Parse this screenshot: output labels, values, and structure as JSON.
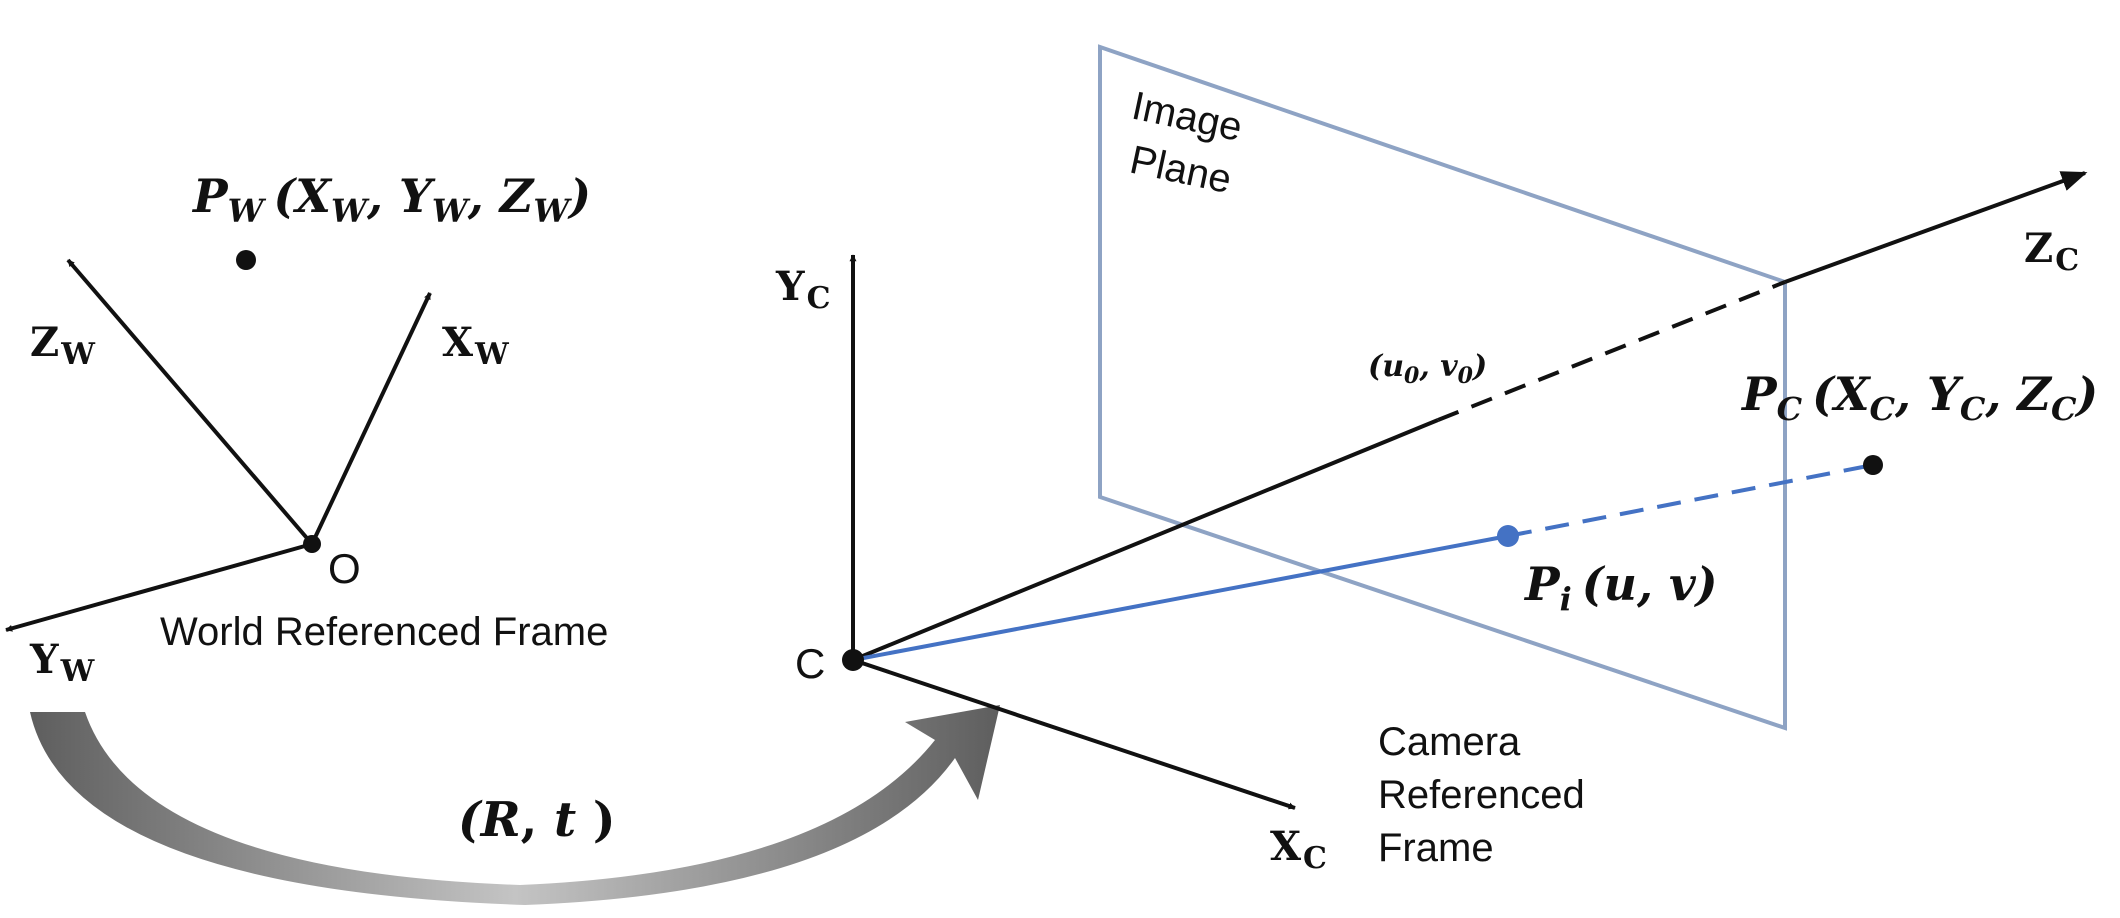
{
  "colors": {
    "ink": "#111111",
    "projection_blue": "#4472c4",
    "image_plane": "#8ea3c4",
    "transform_arrow_dark": "#5e5e5e",
    "transform_arrow_light": "#c4c4c4"
  },
  "world_frame": {
    "title": "World Referenced Frame",
    "origin_label": "O",
    "axis_z_label": "Z",
    "axis_z_sub": "W",
    "axis_x_label": "X",
    "axis_x_sub": "W",
    "axis_y_label": "Y",
    "axis_y_sub": "W",
    "point_label": "P",
    "point_label_sub": "W",
    "point_coords": "(X",
    "point_c1_sub": "W",
    "point_c2": ", Y",
    "point_c2_sub": "W",
    "point_c3": ", Z",
    "point_c3_sub": "W",
    "point_close": ")"
  },
  "transform": {
    "open": "(",
    "rotation": "R",
    "comma": ", ",
    "translation": "t",
    "close": " )"
  },
  "camera_frame": {
    "title_lines": [
      "Camera",
      "Referenced",
      "Frame"
    ],
    "center_label": "C",
    "axis_y_label": "Y",
    "axis_y_sub": "C",
    "axis_x_label": "X",
    "axis_x_sub": "C",
    "axis_z_label": "Z",
    "axis_z_sub": "C",
    "point_label": "P",
    "point_label_sub": "C",
    "point_coords": "(X",
    "point_c1_sub": "C",
    "point_c2": ", Y",
    "point_c2_sub": "C",
    "point_c3": ", Z",
    "point_c3_sub": "C",
    "point_close": ")"
  },
  "image_plane": {
    "title_lines": [
      "Image",
      "Plane"
    ],
    "principal_point_open": "(u",
    "principal_point_u_sub": "0",
    "principal_point_mid": ", v",
    "principal_point_v_sub": "0",
    "principal_point_close": ")"
  },
  "projection": {
    "point_label": "P",
    "point_label_sub": "i",
    "point_coords": "(u, v)"
  }
}
